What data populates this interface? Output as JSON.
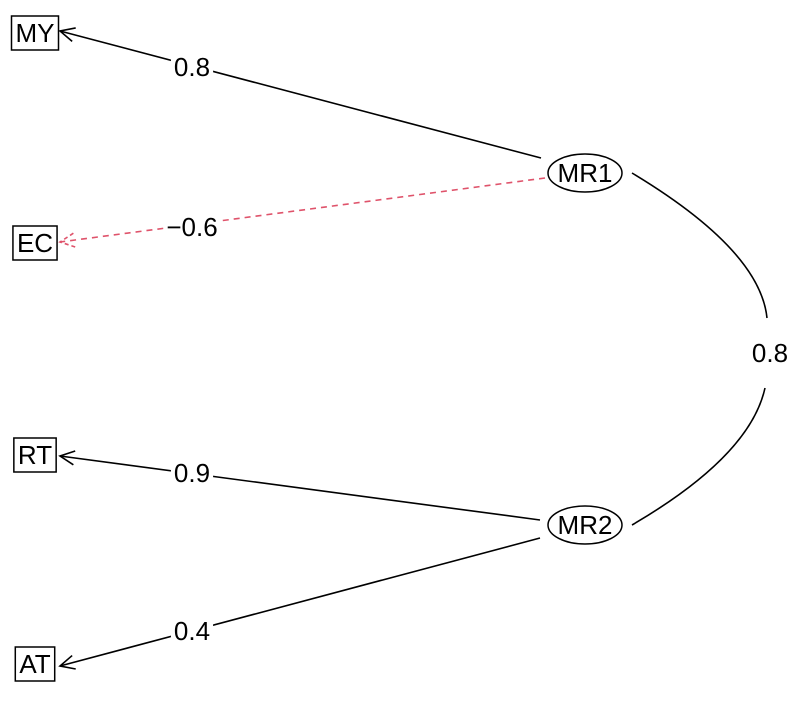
{
  "diagram": {
    "colors": {
      "positive": "#000000",
      "negative": "#df536b",
      "background": "#ffffff"
    },
    "observed": [
      {
        "id": "MY",
        "label": "MY"
      },
      {
        "id": "EC",
        "label": "EC"
      },
      {
        "id": "RT",
        "label": "RT"
      },
      {
        "id": "AT",
        "label": "AT"
      }
    ],
    "factors": [
      {
        "id": "MR1",
        "label": "MR1"
      },
      {
        "id": "MR2",
        "label": "MR2"
      }
    ],
    "loadings": [
      {
        "from": "MR1",
        "to": "MY",
        "label": "0.8",
        "value": 0.8
      },
      {
        "from": "MR1",
        "to": "EC",
        "label": "−0.6",
        "value": -0.6
      },
      {
        "from": "MR2",
        "to": "RT",
        "label": "0.9",
        "value": 0.9
      },
      {
        "from": "MR2",
        "to": "AT",
        "label": "0.4",
        "value": 0.4
      }
    ],
    "correlation": {
      "between": [
        "MR1",
        "MR2"
      ],
      "label": "0.8",
      "value": 0.8
    }
  }
}
